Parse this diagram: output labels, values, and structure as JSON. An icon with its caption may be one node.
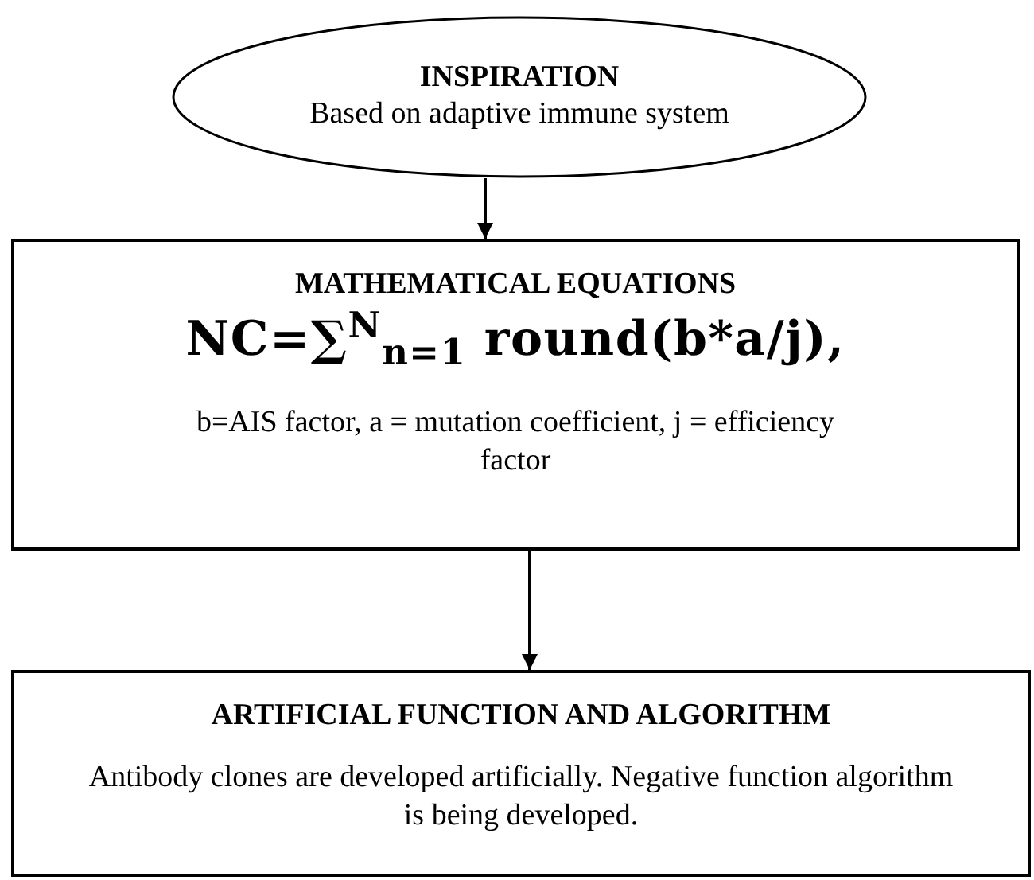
{
  "diagram": {
    "nodes": [
      {
        "text": [
          "INSPIRATION",
          "Based on adaptive immune system"
        ]
      },
      {
        "text": [
          "MATHEMATICAL EQUATIONS",
          "NC=∑$^{N}$$_{n=1}$ round(b*a/j),",
          "b=AIS factor, a = mutation coefficient, j = efficiency factor"
        ]
      },
      {
        "text": [
          "ARTIFICIAL FUNCTION AND ALGORITHM",
          "Antibody clones are developed artificially. Negative function algorithm is being developed."
        ]
      }
    ],
    "edges": [
      {
        "from": 0,
        "to": 1,
        "arrow": "to"
      },
      {
        "from": 1,
        "to": 2,
        "arrow": "to"
      }
    ]
  }
}
